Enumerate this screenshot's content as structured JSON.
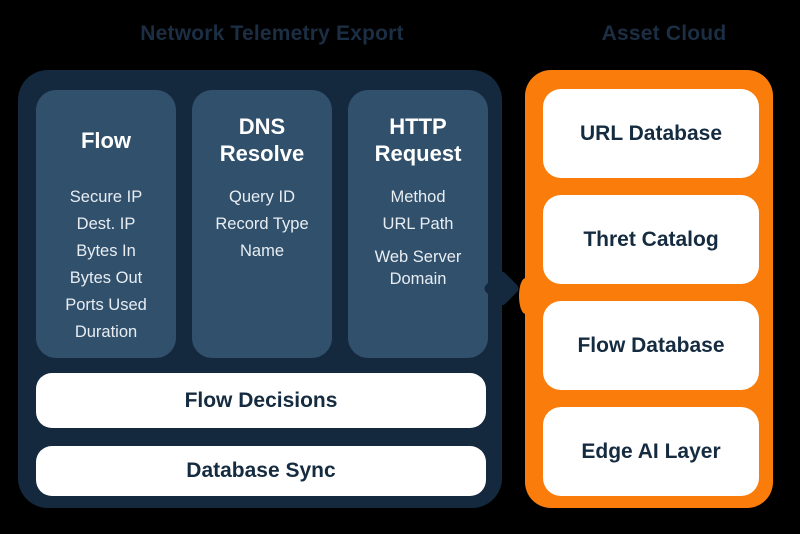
{
  "background_color": "#000000",
  "left_panel": {
    "title": "Network Telemetry Export",
    "panel_color": "#14293D",
    "column_color": "#30506C",
    "columns": [
      {
        "title": "Flow",
        "items": [
          "Secure IP",
          "Dest. IP",
          "Bytes In",
          "Bytes Out",
          "Ports Used",
          "Duration"
        ]
      },
      {
        "title": "DNS Resolve",
        "items": [
          "Query ID",
          "Record Type",
          "Name"
        ]
      },
      {
        "title": "HTTP Request",
        "items": [
          "Method",
          "URL Path",
          "Web Server Domain"
        ]
      }
    ],
    "bars": [
      "Flow Decisions",
      "Database Sync"
    ]
  },
  "right_panel": {
    "title": "Asset Cloud",
    "panel_color": "#FA7D0C",
    "cards": [
      "URL Database",
      "Thret Catalog",
      "Flow Database",
      "Edge AI Layer"
    ]
  },
  "text_colors": {
    "section_title": "#1B2E44",
    "column_title": "#FFFFFF",
    "column_item": "#E8EDF2",
    "bar_label": "#152B40"
  }
}
